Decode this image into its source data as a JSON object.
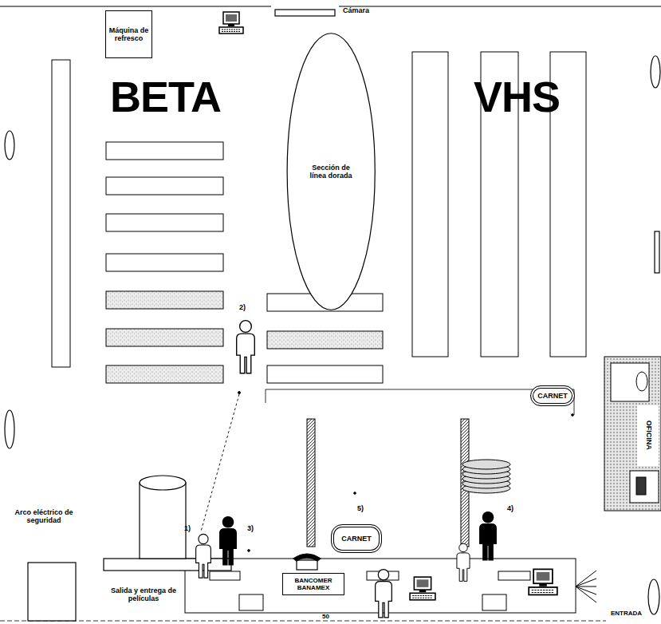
{
  "diagram": {
    "nodes": [
      {
        "text": [
          "Máquina de refresco"
        ]
      },
      {
        "text": [
          "Sección de línea dorada"
        ]
      },
      {
        "text": [
          "OFICINA"
        ]
      },
      {
        "text": [
          "CARNET"
        ]
      },
      {
        "text": [
          "CARNET"
        ]
      },
      {
        "text": [
          "BANCOMER BANAMEX"
        ]
      }
    ],
    "labels": [
      "Cámara",
      "BETA",
      "VHS",
      "2)",
      "1)",
      "3)",
      "5)",
      "4)",
      "Arco eléctrico de seguridad",
      "Salida y entrega de películas",
      "50",
      "ENTRADA"
    ]
  }
}
